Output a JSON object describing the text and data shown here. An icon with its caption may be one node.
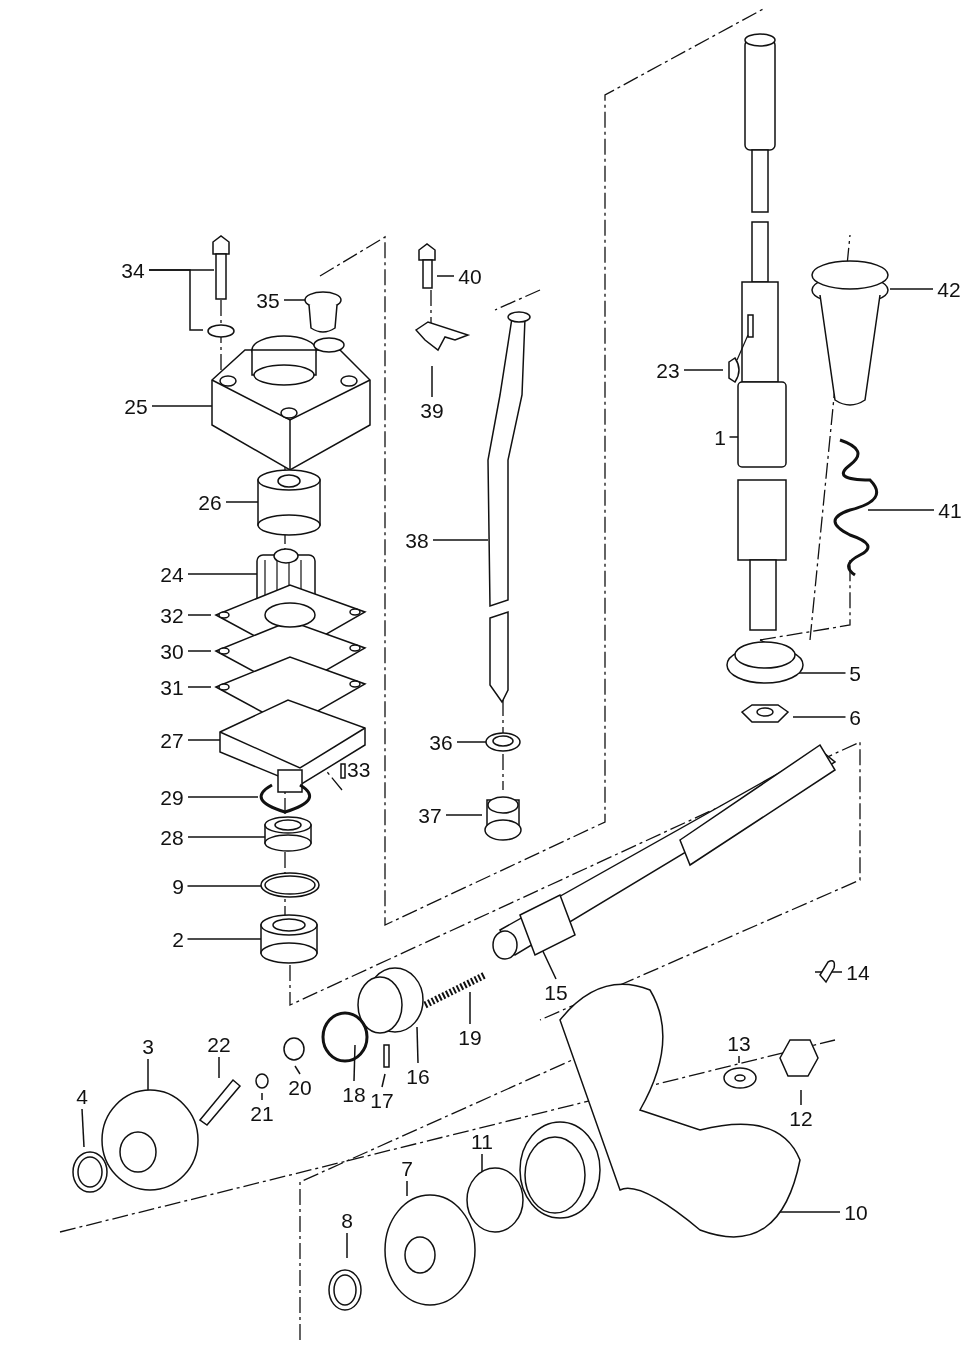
{
  "diagram": {
    "nodes": [
      {
        "text": [
          "34"
        ]
      },
      {
        "text": [
          "35"
        ]
      },
      {
        "text": [
          "25"
        ]
      },
      {
        "text": [
          "26"
        ]
      },
      {
        "text": [
          "24"
        ]
      },
      {
        "text": [
          "32"
        ]
      },
      {
        "text": [
          "30"
        ]
      },
      {
        "text": [
          "31"
        ]
      },
      {
        "text": [
          "27"
        ]
      },
      {
        "text": [
          "29"
        ]
      },
      {
        "text": [
          "28"
        ]
      },
      {
        "text": [
          "9"
        ]
      },
      {
        "text": [
          "2"
        ]
      },
      {
        "text": [
          "40"
        ]
      },
      {
        "text": [
          "39"
        ]
      },
      {
        "text": [
          "38"
        ]
      },
      {
        "text": [
          "36"
        ]
      },
      {
        "text": [
          "37"
        ]
      },
      {
        "text": [
          "23"
        ]
      },
      {
        "text": [
          "1"
        ]
      },
      {
        "text": [
          "42"
        ]
      },
      {
        "text": [
          "41"
        ]
      },
      {
        "text": [
          "5"
        ]
      },
      {
        "text": [
          "6"
        ]
      },
      {
        "text": [
          "15"
        ]
      },
      {
        "text": [
          "19"
        ]
      },
      {
        "text": [
          "16"
        ]
      },
      {
        "text": [
          "17"
        ]
      },
      {
        "text": [
          "18"
        ]
      },
      {
        "text": [
          "20"
        ]
      },
      {
        "text": [
          "21"
        ]
      },
      {
        "text": [
          "22"
        ]
      },
      {
        "text": [
          "3"
        ]
      },
      {
        "text": [
          "4"
        ]
      },
      {
        "text": [
          "13"
        ]
      },
      {
        "text": [
          "14"
        ]
      },
      {
        "text": [
          "12"
        ]
      },
      {
        "text": [
          "11"
        ]
      },
      {
        "text": [
          "7"
        ]
      },
      {
        "text": [
          "8"
        ]
      },
      {
        "text": [
          "10"
        ]
      }
    ],
    "edges": [
      {
        "from": 0,
        "to": null,
        "arrow": "none"
      },
      {
        "from": 0,
        "to": null,
        "arrow": "none"
      },
      {
        "from": 1,
        "to": null,
        "arrow": "none"
      },
      {
        "from": 2,
        "to": null,
        "arrow": "none"
      },
      {
        "from": 3,
        "to": null,
        "arrow": "none"
      },
      {
        "from": 4,
        "to": null,
        "arrow": "none"
      },
      {
        "from": 5,
        "to": null,
        "arrow": "none"
      },
      {
        "from": 6,
        "to": null,
        "arrow": "none"
      },
      {
        "from": 7,
        "to": null,
        "arrow": "none"
      },
      {
        "from": 8,
        "to": null,
        "arrow": "none"
      },
      {
        "from": 9,
        "to": null,
        "arrow": "none"
      },
      {
        "from": 10,
        "to": null,
        "arrow": "none"
      },
      {
        "from": 11,
        "to": null,
        "arrow": "none"
      },
      {
        "from": 12,
        "to": null,
        "arrow": "none"
      },
      {
        "from": 13,
        "to": null,
        "arrow": "none"
      },
      {
        "from": 14,
        "to": null,
        "arrow": "none"
      },
      {
        "from": 15,
        "to": null,
        "arrow": "none"
      },
      {
        "from": 16,
        "to": null,
        "arrow": "none"
      },
      {
        "from": 17,
        "to": null,
        "arrow": "none"
      },
      {
        "from": 18,
        "to": null,
        "arrow": "none"
      },
      {
        "from": 19,
        "to": null,
        "arrow": "none"
      },
      {
        "from": 20,
        "to": null,
        "arrow": "none"
      },
      {
        "from": 21,
        "to": null,
        "arrow": "none"
      },
      {
        "from": 22,
        "to": null,
        "arrow": "none"
      },
      {
        "from": 23,
        "to": null,
        "arrow": "none"
      },
      {
        "from": 24,
        "to": null,
        "arrow": "none"
      },
      {
        "from": 25,
        "to": null,
        "arrow": "none"
      },
      {
        "from": 26,
        "to": null,
        "arrow": "none"
      },
      {
        "from": 27,
        "to": null,
        "arrow": "none"
      },
      {
        "from": 28,
        "to": null,
        "arrow": "none"
      },
      {
        "from": 29,
        "to": null,
        "arrow": "none"
      },
      {
        "from": 30,
        "to": null,
        "arrow": "none"
      },
      {
        "from": 31,
        "to": null,
        "arrow": "none"
      },
      {
        "from": 32,
        "to": null,
        "arrow": "none"
      },
      {
        "from": 33,
        "to": null,
        "arrow": "none"
      },
      {
        "from": 34,
        "to": null,
        "arrow": "none"
      },
      {
        "from": 35,
        "to": null,
        "arrow": "none"
      },
      {
        "from": 36,
        "to": null,
        "arrow": "none"
      },
      {
        "from": 37,
        "to": null,
        "arrow": "none"
      },
      {
        "from": 38,
        "to": null,
        "arrow": "none"
      },
      {
        "from": 39,
        "to": null,
        "arrow": "none"
      },
      {
        "from": 40,
        "to": null,
        "arrow": "none"
      }
    ],
    "labels": [
      "33"
    ]
  }
}
